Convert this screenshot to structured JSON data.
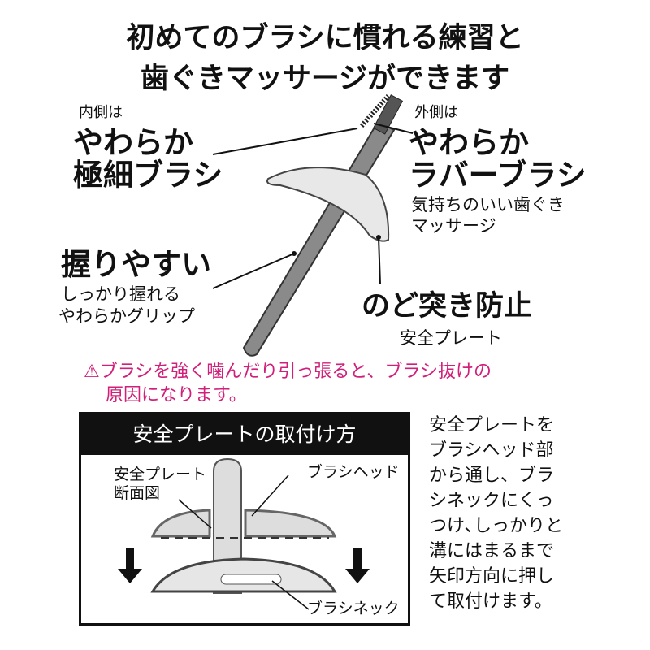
{
  "title": {
    "line1": "初めてのブラシに慣れる練習と",
    "line2": "歯ぐきマッサージができます"
  },
  "inner": {
    "label": "内側は",
    "line1": "やわらか",
    "line2": "極細ブラシ"
  },
  "outer": {
    "label": "外側は",
    "line1": "やわらか",
    "line2": "ラバーブラシ",
    "desc1": "気持ちのいい歯ぐき",
    "desc2": "マッサージ"
  },
  "grip": {
    "heading": "握りやすい",
    "desc1": "しっかり握れる",
    "desc2": "やわらかグリップ"
  },
  "plate": {
    "heading": "のど突き防止",
    "desc": "安全プレート"
  },
  "warning": {
    "icon": "warning-triangle-icon",
    "line1": "ブラシを強く噛んだり引っ張ると、ブラシ抜けの",
    "line2": "原因になります。",
    "color": "#d0207a"
  },
  "howto": {
    "header": "安全プレートの取付け方",
    "label_plate1": "安全プレート",
    "label_plate2": "断面図",
    "label_head": "ブラシヘッド",
    "label_neck": "ブラシネック"
  },
  "steps": [
    "安全プレートを",
    "ブラシヘッド部",
    "から通し、ブラ",
    "シネックにくっ",
    "つけ､しっかりと",
    "溝にはまるまで",
    "矢印方向に押し",
    "て取付けます。"
  ]
}
